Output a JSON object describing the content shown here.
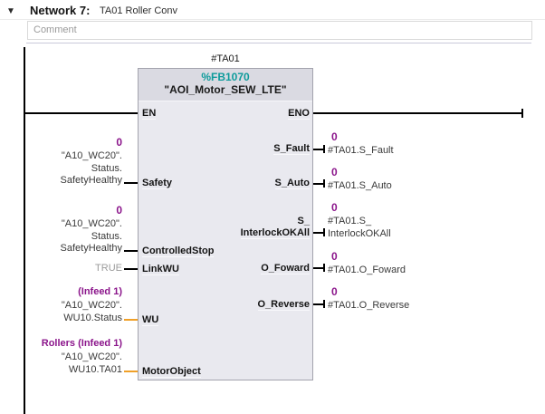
{
  "network": {
    "collapse_icon": "▼",
    "label": "Network 7:",
    "title": "TA01 Roller Conv",
    "comment_placeholder": "Comment"
  },
  "block": {
    "instance": "#TA01",
    "fb": "%FB1070",
    "name": "\"AOI_Motor_SEW_LTE\"",
    "en": "EN",
    "eno": "ENO"
  },
  "inputs": [
    {
      "port": "Safety",
      "value": "0",
      "lines": [
        "\"A10_WC20\".",
        "Status.",
        "SafetyHealthy"
      ]
    },
    {
      "port": "ControlledStop",
      "value": "0",
      "lines": [
        "\"A10_WC20\".",
        "Status.",
        "SafetyHealthy"
      ]
    },
    {
      "port": "LinkWU",
      "value": "TRUE",
      "lines": []
    },
    {
      "port": "WU",
      "comment": "(Infeed 1)",
      "lines": [
        "\"A10_WC20\".",
        "WU10.Status"
      ]
    },
    {
      "port": "MotorObject",
      "comment": "Rollers (Infeed 1)",
      "lines": [
        "\"A10_WC20\".",
        "WU10.TA01"
      ]
    }
  ],
  "outputs": [
    {
      "port": "S_Fault",
      "value": "0",
      "operand": "#TA01.S_Fault"
    },
    {
      "port": "S_Auto",
      "value": "0",
      "operand": "#TA01.S_Auto"
    },
    {
      "port_lines": [
        "S_",
        "InterlockOKAll"
      ],
      "value": "0",
      "operand_lines": [
        "#TA01.S_",
        "InterlockOKAll"
      ]
    },
    {
      "port": "O_Foward",
      "value": "0",
      "operand": "#TA01.O_Foward"
    },
    {
      "port": "O_Reverse",
      "value": "0",
      "operand": "#TA01.O_Reverse"
    }
  ],
  "colors": {
    "fb_number_teal": "#0d9b9b",
    "monitor_purple": "#8b158b",
    "struct_wire_orange": "#f0a028",
    "wire_black": "#000000",
    "block_body": "#e9e9ef",
    "block_header": "#dadae2",
    "constant_gray": "#9b9b9b"
  }
}
